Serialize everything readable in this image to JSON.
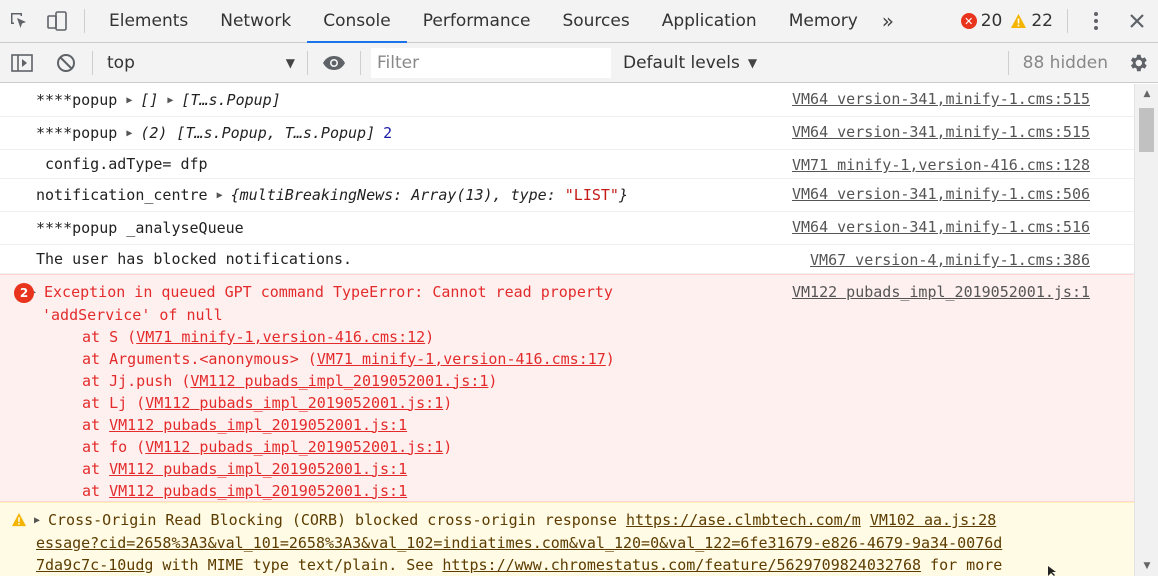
{
  "tabs": [
    {
      "label": "Elements",
      "active": false
    },
    {
      "label": "Network",
      "active": false
    },
    {
      "label": "Console",
      "active": true
    },
    {
      "label": "Performance",
      "active": false
    },
    {
      "label": "Sources",
      "active": false
    },
    {
      "label": "Application",
      "active": false
    },
    {
      "label": "Memory",
      "active": false
    }
  ],
  "more_tabs": "»",
  "counts": {
    "errors": "20",
    "warnings": "22"
  },
  "toolbar": {
    "context": "top",
    "filter_placeholder": "Filter",
    "levels": "Default levels",
    "hidden": "88 hidden"
  },
  "messages": [
    {
      "prefix": "****popup",
      "obj": "[] ",
      "obj2": "[T…s.Popup]",
      "source": "VM64 version-341,minify-1.cms:515"
    },
    {
      "prefix": "****popup",
      "obj": "(2) [T…s.Popup, T…s.Popup]",
      "count": "2",
      "source": "VM64 version-341,minify-1.cms:515"
    },
    {
      "text": " config.adType= dfp",
      "source": "VM71 minify-1,version-416.cms:128"
    },
    {
      "prefix": "notification_centre",
      "obj_a": "{multiBreakingNews: Array(13), type: ",
      "obj_str": "\"LIST\"",
      "obj_b": "}",
      "source": "VM64 version-341,minify-1.cms:506"
    },
    {
      "text": "****popup _analyseQueue",
      "source": "VM64 version-341,minify-1.cms:516"
    },
    {
      "text": "The user has blocked notifications.",
      "source": "VM67 version-4,minify-1.cms:386"
    }
  ],
  "error": {
    "repeat": "2",
    "line1": "Exception in queued GPT command TypeError: Cannot read property",
    "line2": "'addService' of null",
    "source": "VM122 pubads_impl_2019052001.js:1",
    "stack": [
      {
        "pre": "at S (",
        "link": "VM71 minify-1,version-416.cms:12",
        "post": ")"
      },
      {
        "pre": "at Arguments.<anonymous> (",
        "link": "VM71 minify-1,version-416.cms:17",
        "post": ")"
      },
      {
        "pre": "at Jj.push (",
        "link": "VM112 pubads_impl_2019052001.js:1",
        "post": ")"
      },
      {
        "pre": "at Lj (",
        "link": "VM112 pubads_impl_2019052001.js:1",
        "post": ")"
      },
      {
        "pre": "at ",
        "link": "VM112 pubads_impl_2019052001.js:1",
        "post": ""
      },
      {
        "pre": "at fo (",
        "link": "VM112 pubads_impl_2019052001.js:1",
        "post": ")"
      },
      {
        "pre": "at ",
        "link": "VM112 pubads_impl_2019052001.js:1",
        "post": ""
      },
      {
        "pre": "at ",
        "link": "VM112 pubads_impl_2019052001.js:1",
        "post": ""
      }
    ]
  },
  "warning": {
    "pre": "Cross-Origin Read Blocking (CORB) blocked cross-origin response ",
    "url1": "https://ase.clmbtech.com/m",
    "source": "VM102 aa.js:28",
    "line2": "essage?cid=2658%3A3&val_101=2658%3A3&val_102=indiatimes.com&val_120=0&val_122=6fe31679-e826-4679-9a34-0076d",
    "line3_pre": "7da9c7c-10udg",
    "line3_mid": " with MIME type text/plain. See ",
    "url2": "https://www.chromestatus.com/feature/5629709824032768",
    "line3_post": " for more"
  },
  "colors": {
    "accent": "#1a73e8",
    "error": "#e32b2b",
    "error_bg": "#fff0f0",
    "warn_bg": "#fffbe5",
    "warn_icon": "#f4b400"
  }
}
